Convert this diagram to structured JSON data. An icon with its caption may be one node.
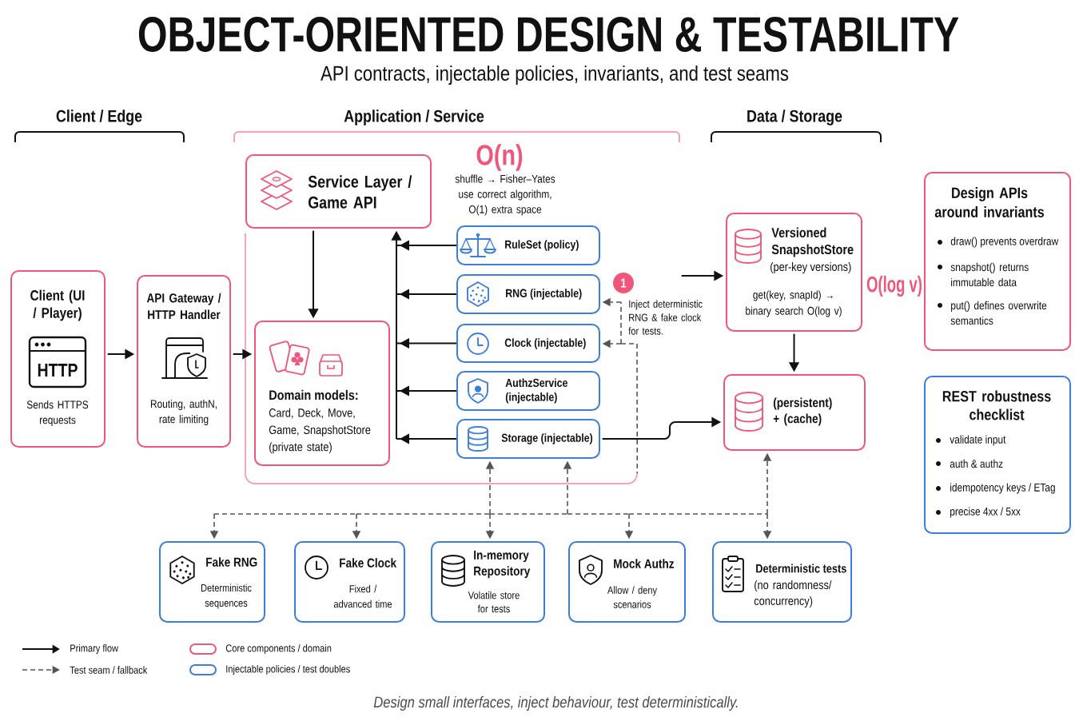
{
  "diagram": {
    "title": "OBJECT-ORIENTED DESIGN & TESTABILITY",
    "caption": "Design small interfaces, inject behaviour, test deterministically.",
    "nodes": [
      {
        "text": [
          "Client (UI / Player)",
          "HTTP",
          "Sends HTTPS requests"
        ]
      },
      {
        "text": [
          "API Gateway / HTTP Handler",
          "Routing, authN, rate limiting"
        ]
      },
      {
        "text": [
          "Service Layer / Game API"
        ]
      },
      {
        "text": [],
        "shape": "box"
      },
      {
        "text": [
          "Domain models:",
          "Card, Deck, Move, Game, SnapshotStore (private state)"
        ],
        "in": 3
      },
      {
        "text": [
          "RuleSet (policy)"
        ],
        "in": 3
      },
      {
        "text": [
          "RNG (injectable)"
        ],
        "in": 3
      },
      {
        "text": [
          "Clock (injectable)"
        ],
        "in": 3
      },
      {
        "text": [
          "AuthzService (injectable)"
        ],
        "in": 3
      },
      {
        "text": [
          "Storage (injectable)"
        ],
        "in": 3
      },
      {
        "text": [
          "Versioned SnapshotStore",
          "(per-key versions)",
          "get(key, snapId) → binary search O(log v)"
        ],
        "beside": [
          "O(log v)"
        ]
      },
      {
        "text": [
          "(persistent) + (cache)"
        ]
      },
      {
        "text": [
          "Design APIs around invariants",
          "draw() prevents overdraw",
          "snapshot() returns immutable data",
          "put() defines overwrite semantics"
        ]
      },
      {
        "text": [
          "REST robustness checklist",
          "validate input",
          "auth & authz",
          "idempotency keys / ETag",
          "precise 4xx / 5xx"
        ]
      },
      {
        "text": [
          "Fake RNG",
          "Deterministic sequences"
        ]
      },
      {
        "text": [
          "Fake Clock",
          "Fixed / advanced time"
        ]
      },
      {
        "text": [
          "In-memory Repository",
          "Volatile store for tests"
        ]
      },
      {
        "text": [
          "Mock Authz",
          "Allow / deny scenarios"
        ]
      },
      {
        "text": [
          "Deterministic tests",
          "(no randomness/ concurrency)"
        ]
      },
      {
        "text": [
          "1"
        ],
        "beside": [
          "Inject deterministic RNG & fake clock for tests."
        ],
        "in": 3
      }
    ],
    "edges": [
      {
        "from": 0,
        "to": 1,
        "arrow": "to"
      },
      {
        "from": 1,
        "to": 4,
        "arrow": "to"
      },
      {
        "from": 2,
        "to": 4,
        "arrow": "to"
      },
      {
        "from": 5,
        "to": 2,
        "arrow": "to"
      },
      {
        "from": 6,
        "to": 2,
        "arrow": "to"
      },
      {
        "from": 7,
        "to": 2,
        "arrow": "to"
      },
      {
        "from": 8,
        "to": 2,
        "arrow": "to"
      },
      {
        "from": 9,
        "to": 2,
        "arrow": "to"
      },
      {
        "from": 9,
        "to": 11,
        "arrow": "to"
      },
      {
        "from": null,
        "to": 10,
        "arrow": "to"
      },
      {
        "from": 10,
        "to": 11,
        "arrow": "to"
      },
      {
        "from": 3,
        "to": 6,
        "arrow": "to",
        "style": "dashed",
        "color": "#555555"
      },
      {
        "from": 3,
        "to": 7,
        "arrow": "to",
        "style": "dashed",
        "color": "#555555"
      },
      {
        "from": 9,
        "to": 14,
        "arrow": "both",
        "style": "dashed",
        "color": "#555555"
      },
      {
        "from": 9,
        "to": 15,
        "arrow": "both",
        "style": "dashed",
        "color": "#555555"
      },
      {
        "from": 9,
        "to": 16,
        "arrow": "both",
        "style": "dashed",
        "color": "#555555"
      },
      {
        "from": 9,
        "to": 17,
        "arrow": "both",
        "style": "dashed",
        "color": "#555555"
      },
      {
        "from": 11,
        "to": 17,
        "arrow": "both",
        "style": "dashed",
        "color": "#555555"
      },
      {
        "from": 11,
        "to": 18,
        "arrow": "both",
        "style": "dashed",
        "color": "#555555"
      }
    ],
    "labels": [
      "API contracts, injectable policies, invariants, and test seams",
      "Client / Edge",
      "Application / Service",
      "Data / Storage",
      "O(n)",
      "shuffle → Fisher–Yates use correct algorithm, O(1) extra space"
    ],
    "legend": [
      {
        "text": "Primary flow"
      },
      {
        "text": "Test seam / fallback"
      },
      {
        "text": "Core components / domain",
        "color": "#f0557a"
      },
      {
        "text": "Injectable policies / test doubles",
        "color": "#3c7edb"
      }
    ]
  }
}
